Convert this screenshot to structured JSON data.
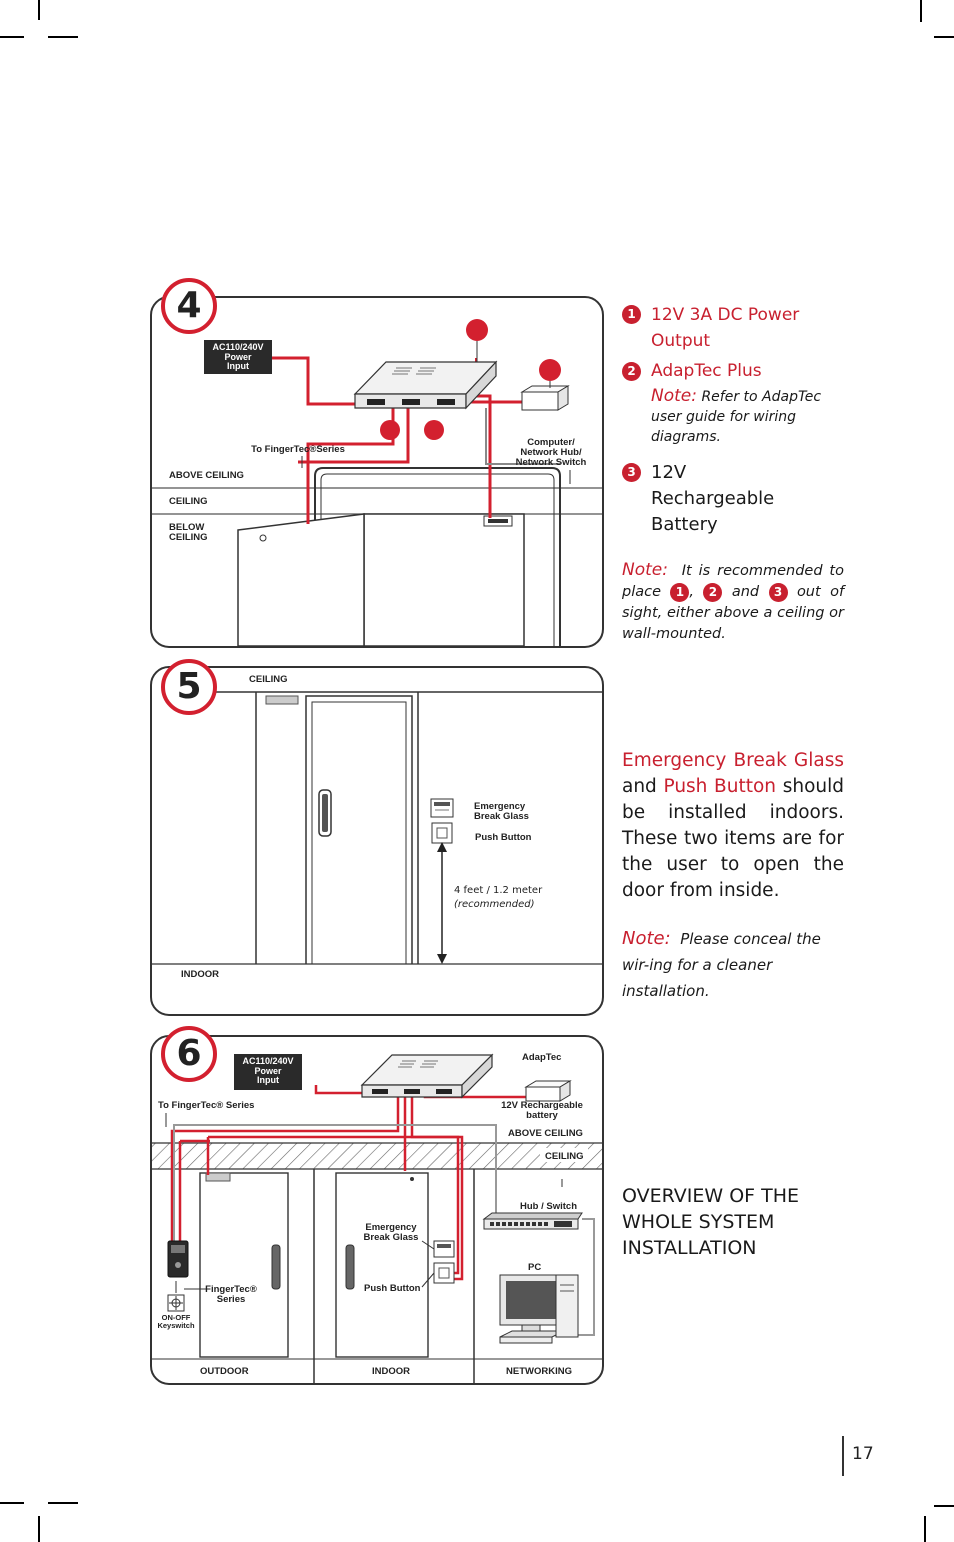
{
  "page_number": "17",
  "diagram4": {
    "number": "4",
    "power": [
      "AC110/240V",
      "Power",
      "Input"
    ],
    "to_fingertec": "To FingerTec®Series",
    "computer": [
      "Computer/",
      "Network Hub/",
      "Network Switch"
    ],
    "above_ceiling": "ABOVE CEILING",
    "ceiling": "CEILING",
    "below_ceiling": [
      "BELOW",
      "CEILING"
    ]
  },
  "diagram5": {
    "number": "5",
    "ceiling": "CEILING",
    "emergency": [
      "Emergency",
      "Break Glass"
    ],
    "push_button": "Push Button",
    "height": "4 feet / 1.2 meter",
    "recommended": "(recommended)",
    "indoor": "INDOOR"
  },
  "diagram6": {
    "number": "6",
    "power": [
      "AC110/240V",
      "Power",
      "Input"
    ],
    "adaptec": "AdapTec",
    "to_fingertec": "To FingerTec® Series",
    "battery": [
      "12V Rechargeable",
      "battery"
    ],
    "above_ceiling": "ABOVE CEILING",
    "ceiling": "CEILING",
    "hub": "Hub / Switch",
    "emergency": [
      "Emergency",
      "Break Glass"
    ],
    "pc": "PC",
    "fingertec": [
      "FingerTec®",
      "Series"
    ],
    "push_button": "Push Button",
    "keyswitch": [
      "ON-OFF",
      "Keyswitch"
    ],
    "outdoor": "OUTDOOR",
    "indoor": "INDOOR",
    "networking": "NETWORKING"
  },
  "right": {
    "items": [
      {
        "num": "1",
        "text": "12V 3A DC  Power Output"
      },
      {
        "num": "2",
        "text": "AdapTec  Plus"
      },
      {
        "num": "3",
        "text": "12V      Rechargeable Battery"
      }
    ],
    "item2_note_label": "Note:",
    "item2_note": "Refer to AdapTec user guide for wiring diagrams.",
    "note1_label": "Note:",
    "note1_a": "It is recommended to place",
    "note1_sep1": ",",
    "note1_and": "and",
    "note1_b": "out of sight, either above a ceiling or wall-mounted.",
    "para_emergency": "Emergency Break Glass",
    "para_and": "and",
    "para_push": "Push Button",
    "para_rest": "should be installed indoors. These two items are for the user to open the door from inside.",
    "note2_label": "Note:",
    "note2": "Please conceal the wir-ing for a cleaner installation.",
    "overview": [
      "OVERVIEW OF THE",
      "WHOLE SYSTEM",
      "INSTALLATION"
    ]
  }
}
